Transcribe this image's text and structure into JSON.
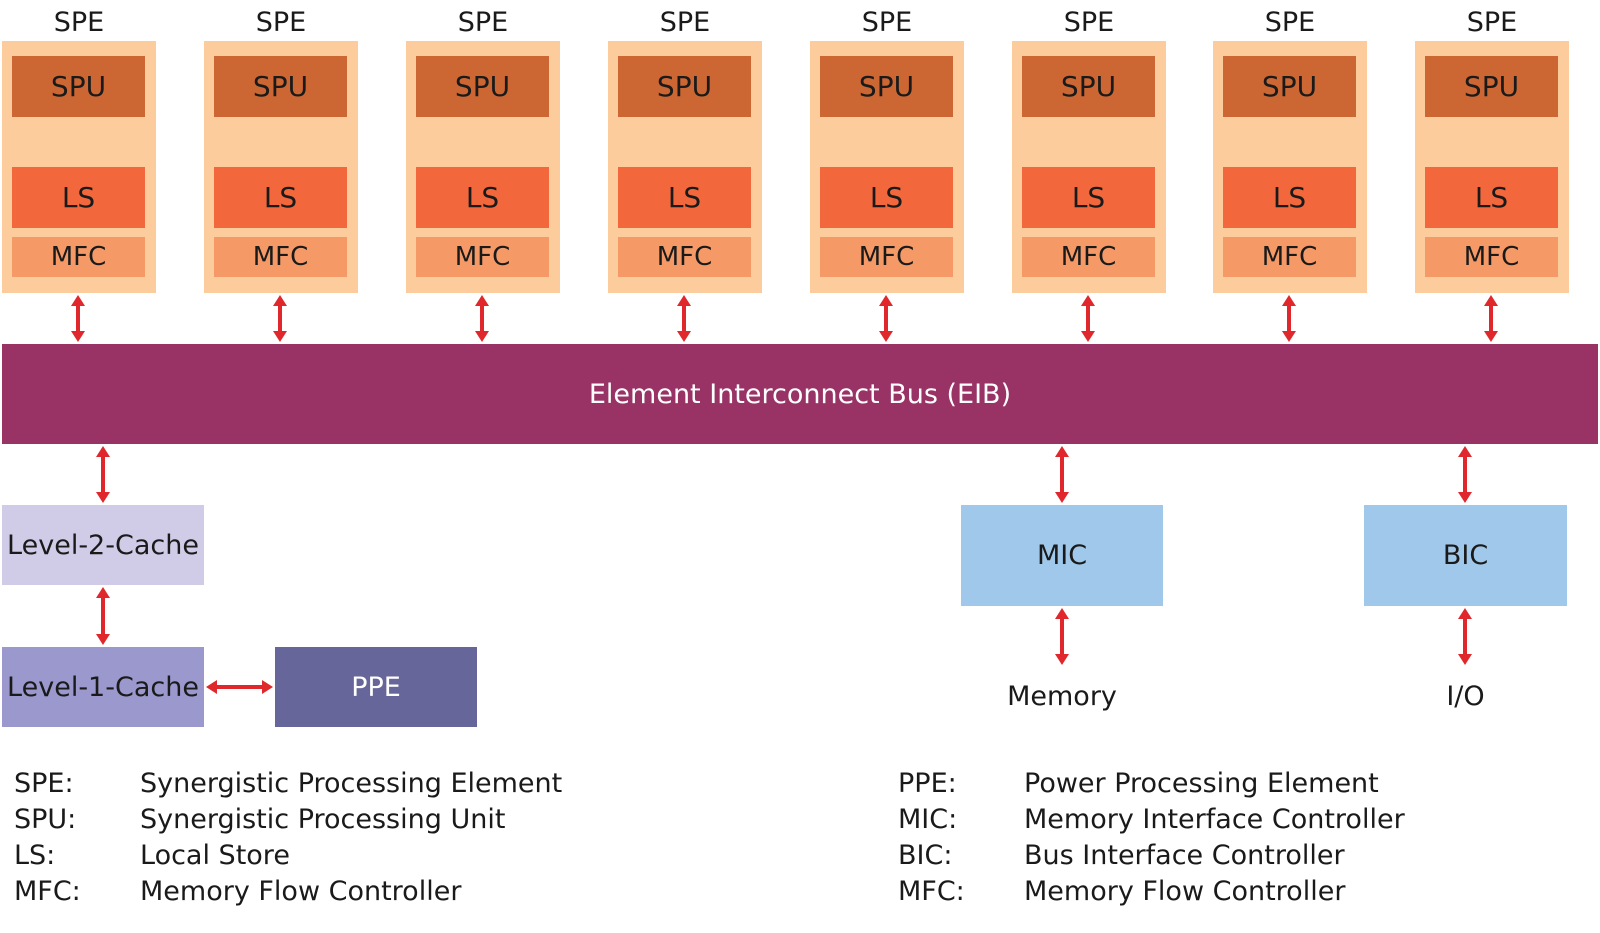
{
  "colors": {
    "spe_bg": "#fdcc9c",
    "spu_bg": "#cc6633",
    "ls_bg": "#f2683c",
    "mfc_bg": "#f59a66",
    "eib_bg": "#993366",
    "l2_bg": "#d0cce8",
    "l1_bg": "#9a98cc",
    "ppe_bg": "#66669a",
    "controller_bg": "#a0c8ea",
    "arrow_red": "#e0282c",
    "arrow_dark": "#7a1c1c"
  },
  "spes": [
    {
      "label": "SPE",
      "spu": "SPU",
      "ls": "LS",
      "mfc": "MFC"
    },
    {
      "label": "SPE",
      "spu": "SPU",
      "ls": "LS",
      "mfc": "MFC"
    },
    {
      "label": "SPE",
      "spu": "SPU",
      "ls": "LS",
      "mfc": "MFC"
    },
    {
      "label": "SPE",
      "spu": "SPU",
      "ls": "LS",
      "mfc": "MFC"
    },
    {
      "label": "SPE",
      "spu": "SPU",
      "ls": "LS",
      "mfc": "MFC"
    },
    {
      "label": "SPE",
      "spu": "SPU",
      "ls": "LS",
      "mfc": "MFC"
    },
    {
      "label": "SPE",
      "spu": "SPU",
      "ls": "LS",
      "mfc": "MFC"
    },
    {
      "label": "SPE",
      "spu": "SPU",
      "ls": "LS",
      "mfc": "MFC"
    }
  ],
  "eib": {
    "label": "Element Interconnect Bus (EIB)"
  },
  "level2_cache": {
    "label": "Level-2-Cache"
  },
  "level1_cache": {
    "label": "Level-1-Cache"
  },
  "ppe": {
    "label": "PPE"
  },
  "mic": {
    "label": "MIC"
  },
  "bic": {
    "label": "BIC"
  },
  "memory": {
    "label": "Memory"
  },
  "io": {
    "label": "I/O"
  },
  "legend_left": [
    {
      "abbr": "SPE:",
      "meaning": "Synergistic Processing Element"
    },
    {
      "abbr": "SPU:",
      "meaning": "Synergistic Processing Unit"
    },
    {
      "abbr": "LS:",
      "meaning": "Local Store"
    },
    {
      "abbr": "MFC:",
      "meaning": "Memory Flow Controller"
    }
  ],
  "legend_right": [
    {
      "abbr": "PPE:",
      "meaning": "Power Processing Element"
    },
    {
      "abbr": "MIC:",
      "meaning": "Memory Interface Controller"
    },
    {
      "abbr": "BIC:",
      "meaning": "Bus Interface Controller"
    },
    {
      "abbr": "MFC:",
      "meaning": "Memory Flow Controller"
    }
  ]
}
